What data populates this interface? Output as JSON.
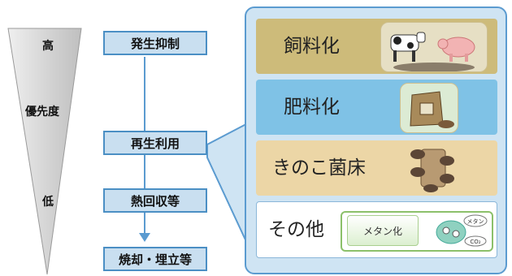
{
  "priority": {
    "high": "高",
    "title": "優先度",
    "low": "低"
  },
  "steps": [
    "発生抑制",
    "再生利用",
    "熱回収等",
    "焼却・埋立等"
  ],
  "panel_items": [
    {
      "label": "飼料化",
      "color": "#cdbb7a",
      "icon": "livestock-illustration"
    },
    {
      "label": "肥料化",
      "color": "#7fc2e6",
      "icon": "fertilizer-bag-illustration"
    },
    {
      "label": "きのこ菌床",
      "color": "#ecd6a6",
      "icon": "mushroom-bed-illustration"
    },
    {
      "label": "その他",
      "color": "#ffffff",
      "icon": "methane-illustration"
    }
  ],
  "methane": {
    "label": "メタン化",
    "bubble1": "メタン",
    "bubble2": "CO₂"
  },
  "colors": {
    "funnel": "#d9d9d9",
    "step_fill": "#c9dff0",
    "step_border": "#4b8fc4",
    "panel_fill": "#cfe4f3",
    "panel_border": "#5b9bd0",
    "arrow": "#5b9bd0"
  }
}
